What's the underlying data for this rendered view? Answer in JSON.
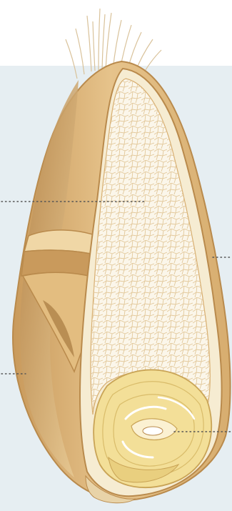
{
  "diagram": {
    "subject": "wheat-kernel-cross-section",
    "parts": [
      "brush-hairs",
      "bran-coat",
      "endosperm",
      "germ",
      "scutellum"
    ],
    "leader_lines": 4,
    "colors": {
      "background_panel": "#e6eef2",
      "bran_outer": "#d7ad6f",
      "bran_dark": "#b98a4c",
      "bran_highlight": "#f0d7a6",
      "seed_coat": "#f6ecd2",
      "endosperm_fill": "#fbf6ea",
      "endosperm_cells": "#e2c89a",
      "germ_fill": "#f3df98",
      "germ_lines": "#d9bc6a",
      "leader_line": "#555555",
      "hairs": "#d9c29a"
    }
  }
}
